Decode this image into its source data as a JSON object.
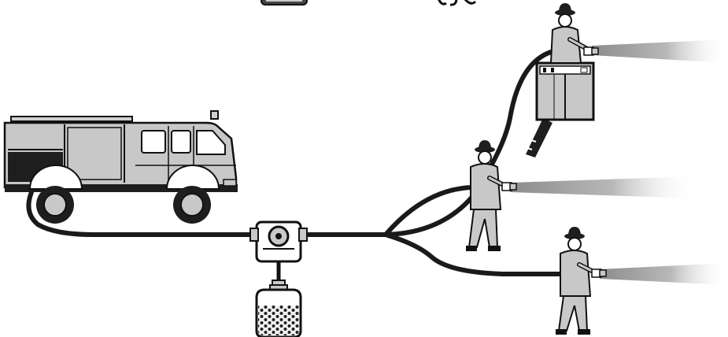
{
  "diagram": {
    "subject": "fire-hose-system-with-foam-inductor",
    "components": [
      {
        "name": "fire-engine-truck",
        "icon": "fire-truck-icon"
      },
      {
        "name": "inline-proportioner",
        "icon": "valve-icon"
      },
      {
        "name": "foam-concentrate-container",
        "icon": "container-icon"
      },
      {
        "name": "hose-splitter",
        "icon": "wye-icon"
      },
      {
        "name": "firefighter-platform",
        "icon": "firefighter-icon"
      },
      {
        "name": "firefighter-middle",
        "icon": "firefighter-icon"
      },
      {
        "name": "firefighter-bottom",
        "icon": "firefighter-icon"
      }
    ],
    "colors": {
      "outline": "#111111",
      "body_grey": "#c8c8c8",
      "hose": "#1a1a1a",
      "dark_panel": "#1e1e1e",
      "stream": "#9a9a9a"
    }
  }
}
